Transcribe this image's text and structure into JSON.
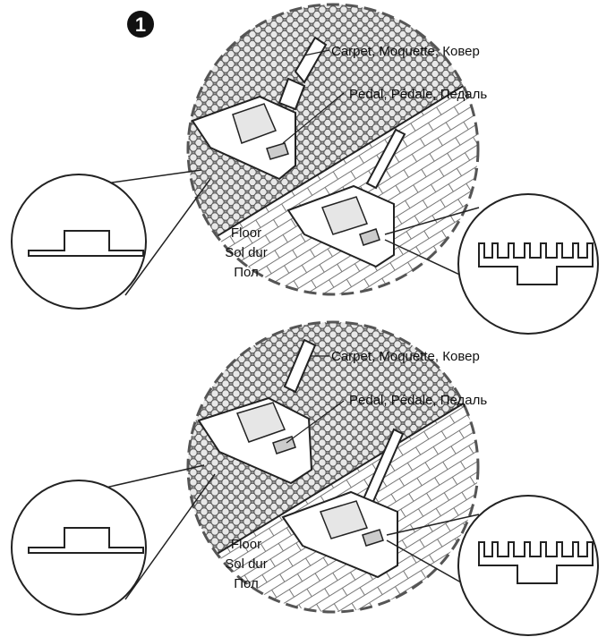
{
  "step_number": "1",
  "panels": [
    {
      "carpet_label": "Carpet, Moquette, Ковер",
      "pedal_label": "Pedal, Pédale, Педаль",
      "floor_labels": [
        "Floor",
        "Sol dur",
        "Пол"
      ]
    },
    {
      "carpet_label": "Carpet, Moquette, Ковер",
      "pedal_label": "Pedal, Pédale, Педаль",
      "floor_labels": [
        "Floor",
        "Sol dur",
        "Пол"
      ]
    }
  ]
}
